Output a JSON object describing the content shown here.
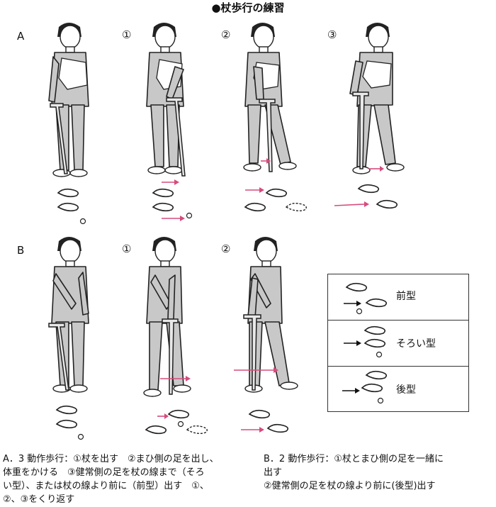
{
  "title": "●杖歩行の練習",
  "rows": [
    {
      "label": "A",
      "steps": [
        "①",
        "②",
        "③"
      ]
    },
    {
      "label": "B",
      "steps": [
        "①",
        "②"
      ]
    }
  ],
  "legend": {
    "items": [
      {
        "label": "前型"
      },
      {
        "label": "そろい型"
      },
      {
        "label": "後型"
      }
    ]
  },
  "captions": {
    "a": [
      "A．3 動作歩行：①杖を出す　②まひ側の足を出し、",
      "体重をかける　③健常側の足を杖の線まで（そろ",
      "い型）、または杖の線より前に（前型）出す　①、",
      "②、③をくり返す"
    ],
    "b": [
      "B．2 動作歩行：①杖とまひ側の足を一緒に",
      "出す",
      "②健常側の足を杖の線より前に(後型)出す"
    ]
  },
  "colors": {
    "arrow": "#d64b7e",
    "figure": "#c8c8c8",
    "outline": "#222222"
  }
}
